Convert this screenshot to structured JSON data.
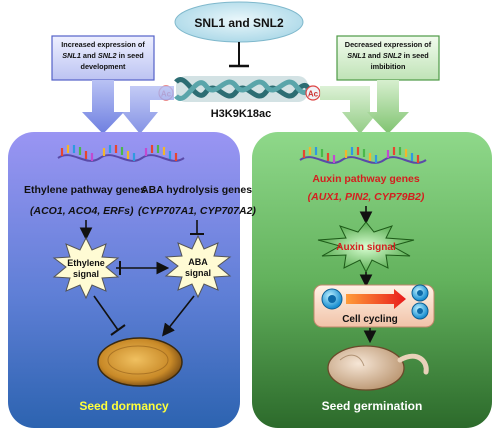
{
  "top": {
    "regulators": "SNL1 and SNL2",
    "histone_mark": "H3K9K18ac",
    "ac_left": "Ac",
    "ac_right": "Ac"
  },
  "left_note": {
    "line1": "Increased expression of",
    "gene1": "SNL1",
    "mid": " and ",
    "gene2": "SNL2",
    "tail": " in seed",
    "line3": "development"
  },
  "right_note": {
    "line1": "Decreased expression of",
    "gene1": "SNL1",
    "mid": " and ",
    "gene2": "SNL2",
    "tail": " in seed",
    "line3": "imbibition"
  },
  "left_panel": {
    "ethylene_genes_title": "Ethylene pathway genes",
    "ethylene_genes": [
      "ACO1",
      "ACO4",
      "ERFs"
    ],
    "aba_genes_title": "ABA hydrolysis genes",
    "aba_genes": [
      "CYP707A1",
      "CYP707A2"
    ],
    "ethylene_signal": [
      "Ethylene",
      "signal"
    ],
    "aba_signal": [
      "ABA",
      "signal"
    ],
    "outcome": "Seed dormancy"
  },
  "right_panel": {
    "auxin_genes_title": "Auxin pathway genes",
    "auxin_genes": [
      "AUX1",
      "PIN2",
      "CYP79B2"
    ],
    "auxin_signal": "Auxin signal",
    "cell_cycling": "Cell cycling",
    "outcome": "Seed germination"
  },
  "colors": {
    "left_panel_top": "#8f8ff2",
    "left_panel_bottom": "#2f68b6",
    "right_panel_top": "#7fd07c",
    "right_panel_bottom": "#2f6a2d",
    "outcome_text": "#ffff3a",
    "gene_red": "#d41f1f",
    "top_oval": "#c9e8f3"
  }
}
